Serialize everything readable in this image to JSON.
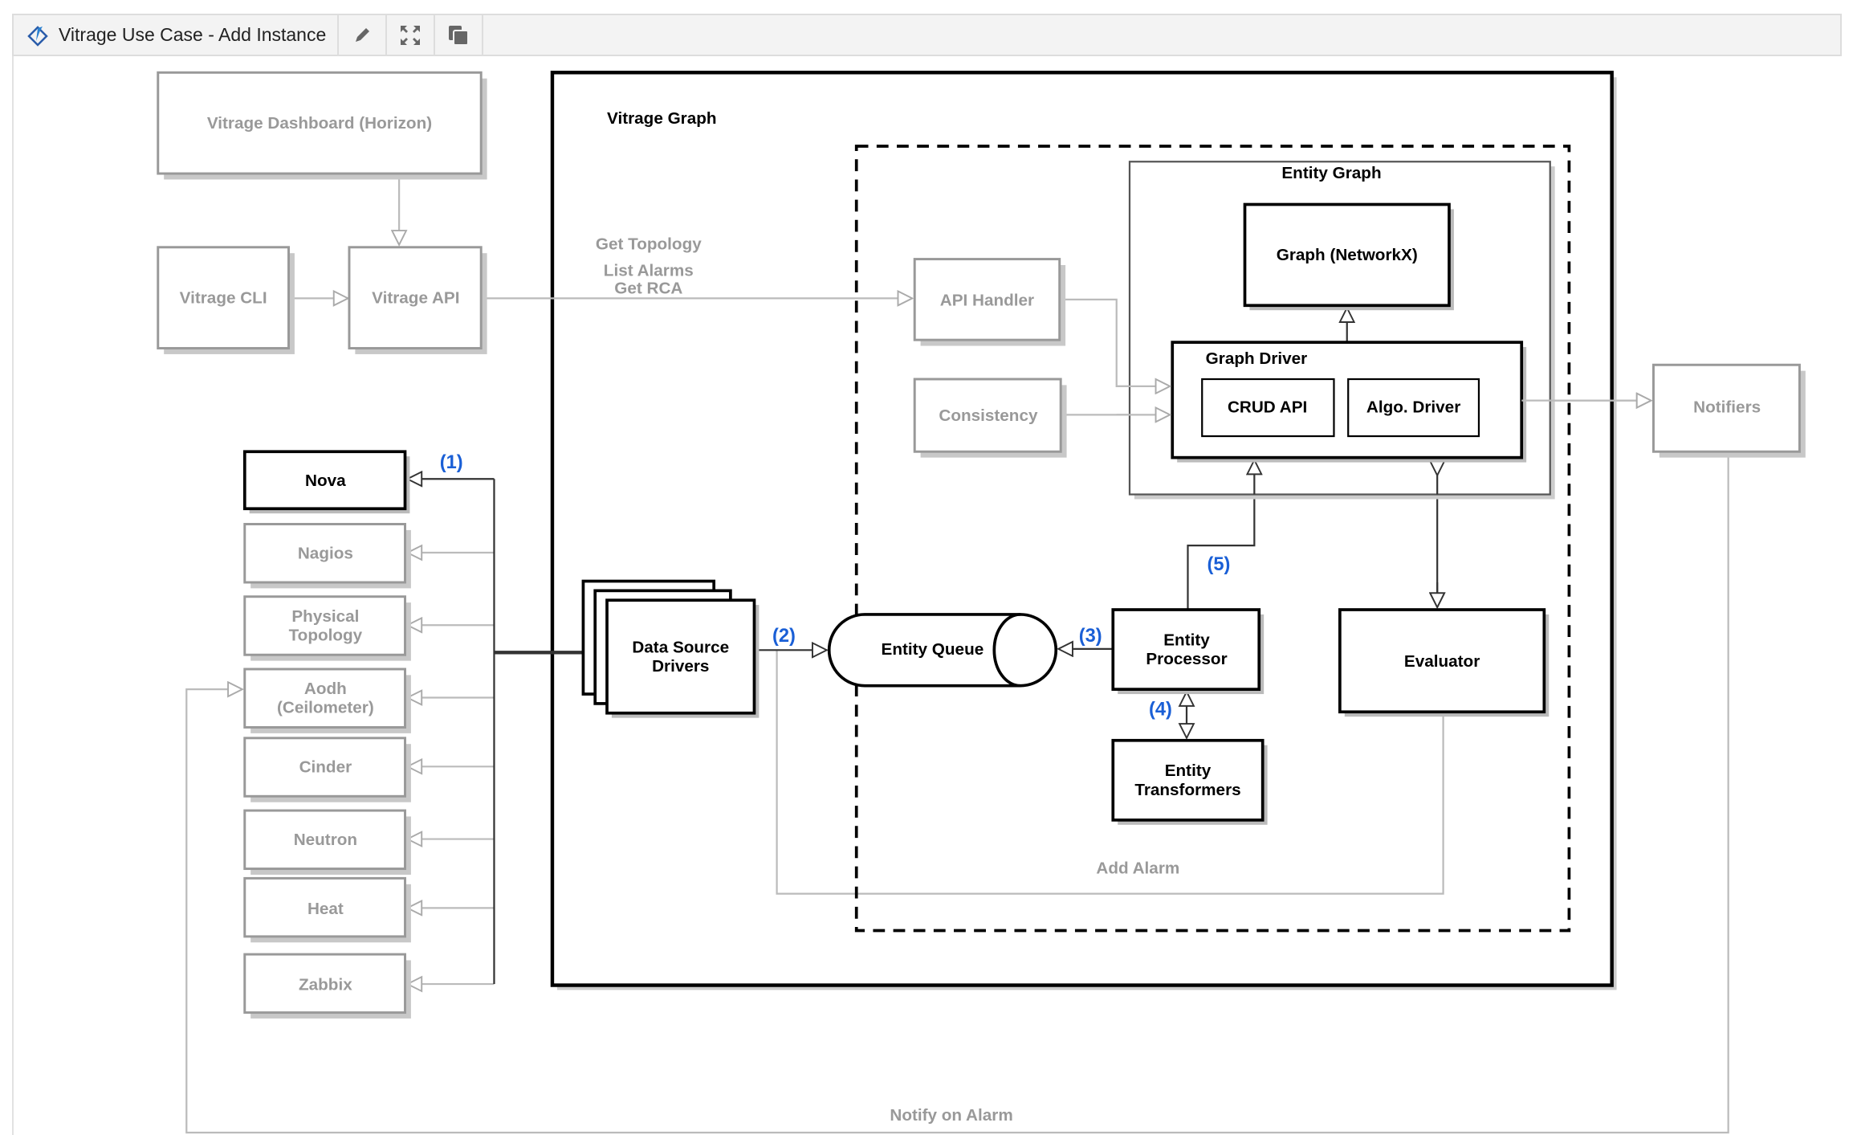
{
  "window": {
    "title": "Vitrage Use Case - Add Instance",
    "toolbar": [
      "edit-icon",
      "fullscreen-icon",
      "copy-icon"
    ]
  },
  "diagram": {
    "dashboard": "Vitrage Dashboard (Horizon)",
    "cli": "Vitrage CLI",
    "api": "Vitrage API",
    "api_labels": [
      "Get Topology",
      "List Alarms",
      "Get RCA"
    ],
    "vitrage_graph": "Vitrage Graph",
    "api_handler": "API Handler",
    "consistency": "Consistency",
    "entity_graph": "Entity Graph",
    "graph_networkx": "Graph (NetworkX)",
    "graph_driver": "Graph Driver",
    "crud_api": "CRUD API",
    "algo_driver": "Algo. Driver",
    "notifiers": "Notifiers",
    "nova": "Nova",
    "datasources": [
      [
        "Nagios"
      ],
      [
        "Physical",
        "Topology"
      ],
      [
        "Aodh",
        "(Ceilometer)"
      ],
      [
        "Cinder"
      ],
      [
        "Neutron"
      ],
      [
        "Heat"
      ],
      [
        "Zabbix"
      ]
    ],
    "data_source_drivers": [
      "Data Source",
      "Drivers"
    ],
    "entity_queue": "Entity Queue",
    "entity_processor": [
      "Entity",
      "Processor"
    ],
    "entity_transformers": [
      "Entity",
      "Transformers"
    ],
    "evaluator": "Evaluator",
    "add_alarm": "Add Alarm",
    "notify_on_alarm": "Notify on Alarm",
    "steps": [
      "(1)",
      "(2)",
      "(3)",
      "(4)",
      "(5)"
    ]
  },
  "colors": {
    "step_label": "#1a5fd6",
    "inactive": "#999999",
    "active": "#000000"
  }
}
